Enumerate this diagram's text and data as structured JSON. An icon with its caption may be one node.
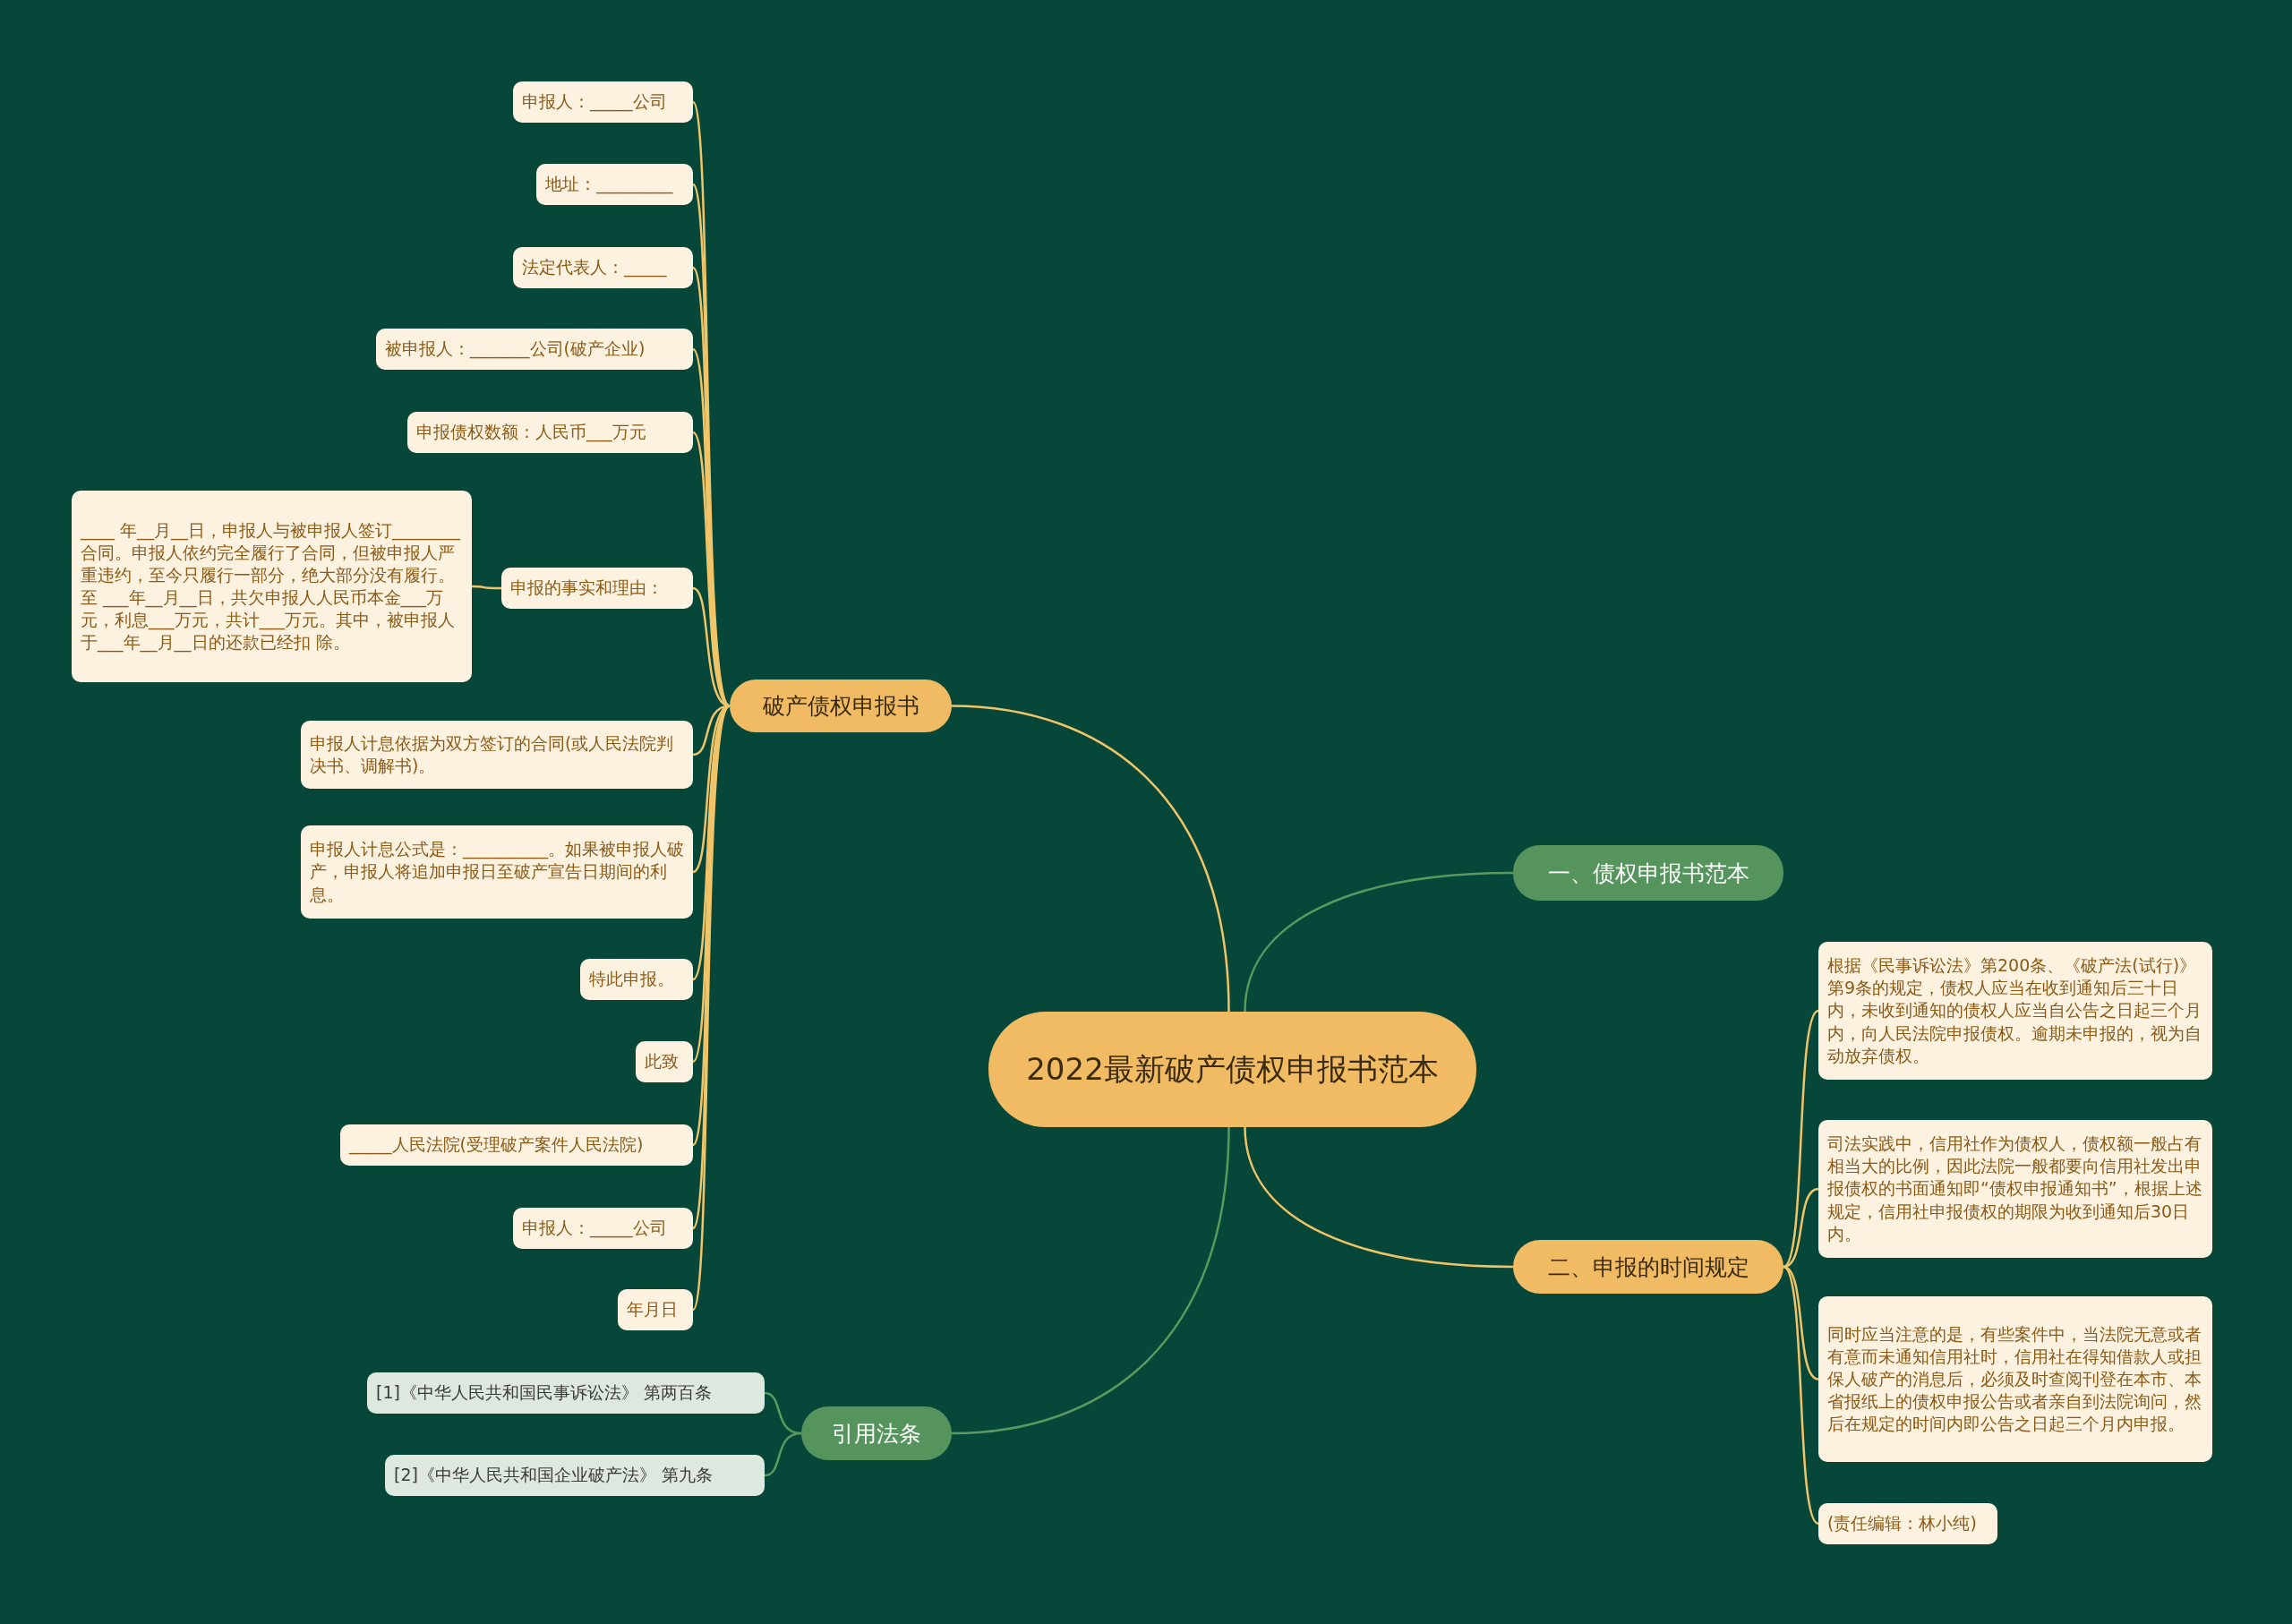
{
  "diagram": {
    "nodes": [
      {
        "text": [
          "2022最新破产债权申报书范本"
        ]
      },
      {
        "text": [
          "破产债权申报书"
        ]
      },
      {
        "text": [
          "申报人：_____公司"
        ]
      },
      {
        "text": [
          "地址：_________"
        ]
      },
      {
        "text": [
          "法定代表人：_____"
        ]
      },
      {
        "text": [
          "被申报人：_______公司(破产企业)"
        ]
      },
      {
        "text": [
          "申报债权数额：人民币___万元"
        ]
      },
      {
        "text": [
          "申报的事实和理由："
        ]
      },
      {
        "text": [
          "____ 年__月__日，申报人与被申报人签订________合同。申报人依约完全履行了合同，但被申报人严重违约，至今只履行一部分，绝大部分没有履行。至 ___年__月__日，共欠申报人人民币本金___万元，利息___万元，共计___万元。其中，被申报人于___年__月__日的还款已经扣 除。"
        ]
      },
      {
        "text": [
          "申报人计息依据为双方签订的合同(或人民法院判决书、调解书)。"
        ]
      },
      {
        "text": [
          "申报人计息公式是：__________。如果被申报人破产，申报人将追加申报日至破产宣告日期间的利息。"
        ]
      },
      {
        "text": [
          "特此申报。"
        ]
      },
      {
        "text": [
          "此致"
        ]
      },
      {
        "text": [
          "_____人民法院(受理破产案件人民法院)"
        ]
      },
      {
        "text": [
          "申报人：_____公司"
        ]
      },
      {
        "text": [
          "年月日"
        ]
      },
      {
        "text": [
          "引用法条"
        ]
      },
      {
        "text": [
          "[1]《中华人民共和国民事诉讼法》 第两百条"
        ]
      },
      {
        "text": [
          "[2]《中华人民共和国企业破产法》 第九条"
        ]
      },
      {
        "text": [
          "一、债权申报书范本"
        ]
      },
      {
        "text": [
          "二、申报的时间规定"
        ]
      },
      {
        "text": [
          "根据《民事诉讼法》第200条、《破产法(试行)》第9条的规定，债权人应当在收到通知后三十日内，未收到通知的债权人应当自公告之日起三个月内，向人民法院申报债权。逾期未申报的，视为自动放弃债权。"
        ]
      },
      {
        "text": [
          "司法实践中，信用社作为债权人，债权额一般占有相当大的比例，因此法院一般都要向信用社发出申报债权的书面通知即“债权申报通知书”，根据上述规定，信用社申报债权的期限为收到通知后30日内。"
        ]
      },
      {
        "text": [
          "同时应当注意的是，有些案件中，当法院无意或者有意而未通知信用社时，信用社在得知借款人或担保人破产的消息后，必须及时查阅刊登在本市、本省报纸上的债权申报公告或者亲自到法院询问，然后在规定的时间内即公告之日起三个月内申报。"
        ]
      },
      {
        "text": [
          "(责任编辑：林小纯)"
        ]
      }
    ],
    "edges": [
      {
        "from": 0,
        "to": 1,
        "arrow": "none"
      },
      {
        "from": 1,
        "to": 2,
        "arrow": "none"
      },
      {
        "from": 1,
        "to": 3,
        "arrow": "none"
      },
      {
        "from": 1,
        "to": 4,
        "arrow": "none"
      },
      {
        "from": 1,
        "to": 5,
        "arrow": "none"
      },
      {
        "from": 1,
        "to": 6,
        "arrow": "none"
      },
      {
        "from": 1,
        "to": 7,
        "arrow": "none"
      },
      {
        "from": 7,
        "to": 8,
        "arrow": "none"
      },
      {
        "from": 1,
        "to": 9,
        "arrow": "none"
      },
      {
        "from": 1,
        "to": 10,
        "arrow": "none"
      },
      {
        "from": 1,
        "to": 11,
        "arrow": "none"
      },
      {
        "from": 1,
        "to": 12,
        "arrow": "none"
      },
      {
        "from": 1,
        "to": 13,
        "arrow": "none"
      },
      {
        "from": 1,
        "to": 14,
        "arrow": "none"
      },
      {
        "from": 1,
        "to": 15,
        "arrow": "none"
      },
      {
        "from": 0,
        "to": 16,
        "arrow": "none",
        "color": "#5a9a5e"
      },
      {
        "from": 16,
        "to": 17,
        "arrow": "none",
        "color": "#5a9a5e"
      },
      {
        "from": 16,
        "to": 18,
        "arrow": "none",
        "color": "#5a9a5e"
      },
      {
        "from": 0,
        "to": 19,
        "arrow": "none",
        "color": "#5a9a5e"
      },
      {
        "from": 0,
        "to": 20,
        "arrow": "none"
      },
      {
        "from": 20,
        "to": 21,
        "arrow": "none"
      },
      {
        "from": 20,
        "to": 22,
        "arrow": "none"
      },
      {
        "from": 20,
        "to": 23,
        "arrow": "none"
      },
      {
        "from": 20,
        "to": 24,
        "arrow": "none"
      }
    ]
  }
}
